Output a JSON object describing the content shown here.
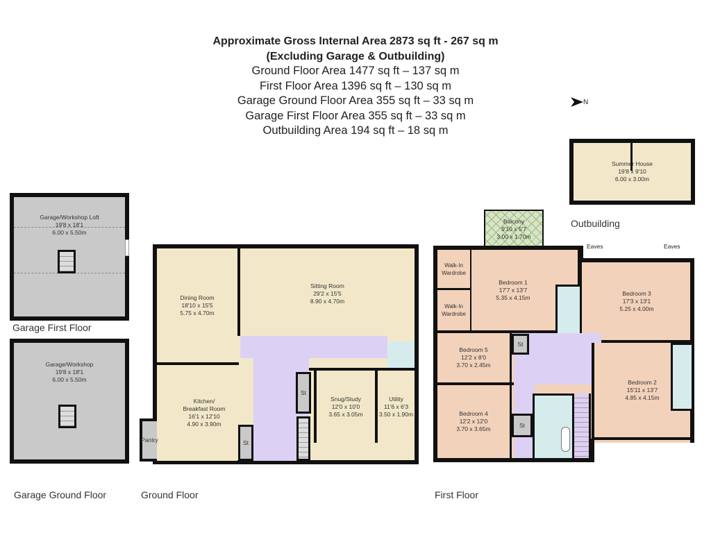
{
  "header": {
    "title_line1": "Approximate Gross Internal Area 2873 sq ft - 267 sq m",
    "title_line2": "(Excluding Garage & Outbuilding)",
    "areas": [
      "Ground Floor Area 1477 sq ft – 137 sq m",
      "First Floor Area 1396 sq ft – 130 sq m",
      "Garage Ground Floor Area 355 sq ft – 33 sq m",
      "Garage First Floor Area 355 sq ft – 33 sq m",
      "Outbuilding Area 194 sq ft – 18 sq m"
    ]
  },
  "north": {
    "label": "N",
    "icon": "north-arrow-icon"
  },
  "colors": {
    "living": "#f2e8c9",
    "circulation": "#ddd0f5",
    "bedroom": "#f3d2bb",
    "garage": "#c9c9c9",
    "bathroom": "#d6ecec",
    "balcony": "#d6e6c4"
  },
  "garage_first": {
    "label": "Garage First Floor",
    "rooms": {
      "loft": {
        "name": "Garage/Workshop Loft",
        "imperial": "19'8 x 18'1",
        "metric": "6.00 x 5.50m"
      }
    }
  },
  "garage_ground": {
    "label": "Garage Ground Floor",
    "rooms": {
      "workshop": {
        "name": "Garage/Workshop",
        "imperial": "19'8 x 18'1",
        "metric": "6.00 x 5.50m"
      }
    }
  },
  "ground": {
    "label": "Ground Floor",
    "rooms": {
      "dining": {
        "name": "Dining Room",
        "imperial": "18'10 x 15'5",
        "metric": "5.75 x 4.70m"
      },
      "sitting": {
        "name": "Sitting Room",
        "imperial": "29'2 x 15'5",
        "metric": "8.90 x 4.70m"
      },
      "kitchen": {
        "name": "Kitchen/",
        "name2": "Breakfast Room",
        "imperial": "16'1 x 12'10",
        "metric": "4.90 x 3.90m"
      },
      "snug": {
        "name": "Snug/Study",
        "imperial": "12'0 x 10'0",
        "metric": "3.65 x 3.05m"
      },
      "utility": {
        "name": "Utility",
        "imperial": "11'6 x 6'3",
        "metric": "3.50 x 1.90m"
      },
      "pantry": {
        "name": "Pantry"
      },
      "store1": {
        "name": "St"
      },
      "store2": {
        "name": "St"
      }
    }
  },
  "first": {
    "label": "First Floor",
    "eaves": [
      "Eaves",
      "Eaves"
    ],
    "rooms": {
      "balcony": {
        "name": "Balcony",
        "imperial": "9'10 x 5'7",
        "metric": "3.00 x 1.70m"
      },
      "wardrobe1": {
        "name": "Walk-In",
        "name2": "Wardrobe"
      },
      "wardrobe2": {
        "name": "Walk-In",
        "name2": "Wardrobe"
      },
      "bed1": {
        "name": "Bedroom 1",
        "imperial": "17'7 x 13'7",
        "metric": "5.35 x 4.15m"
      },
      "bed3": {
        "name": "Bedroom 3",
        "imperial": "17'3 x 13'1",
        "metric": "5.25 x 4.00m"
      },
      "bed5": {
        "name": "Bedroom 5",
        "imperial": "12'2 x 8'0",
        "metric": "3.70 x 2.45m"
      },
      "bed4": {
        "name": "Bedroom 4",
        "imperial": "12'2 x 12'0",
        "metric": "3.70 x 3.65m"
      },
      "bed2": {
        "name": "Bedroom 2",
        "imperial": "15'11 x 13'7",
        "metric": "4.85 x 4.15m"
      },
      "store1": {
        "name": "St"
      },
      "store2": {
        "name": "St"
      }
    }
  },
  "outbuilding": {
    "label": "Outbuilding",
    "rooms": {
      "summer": {
        "name": "Summer House",
        "imperial": "19'8 x 9'10",
        "metric": "6.00 x 3.00m"
      }
    }
  }
}
